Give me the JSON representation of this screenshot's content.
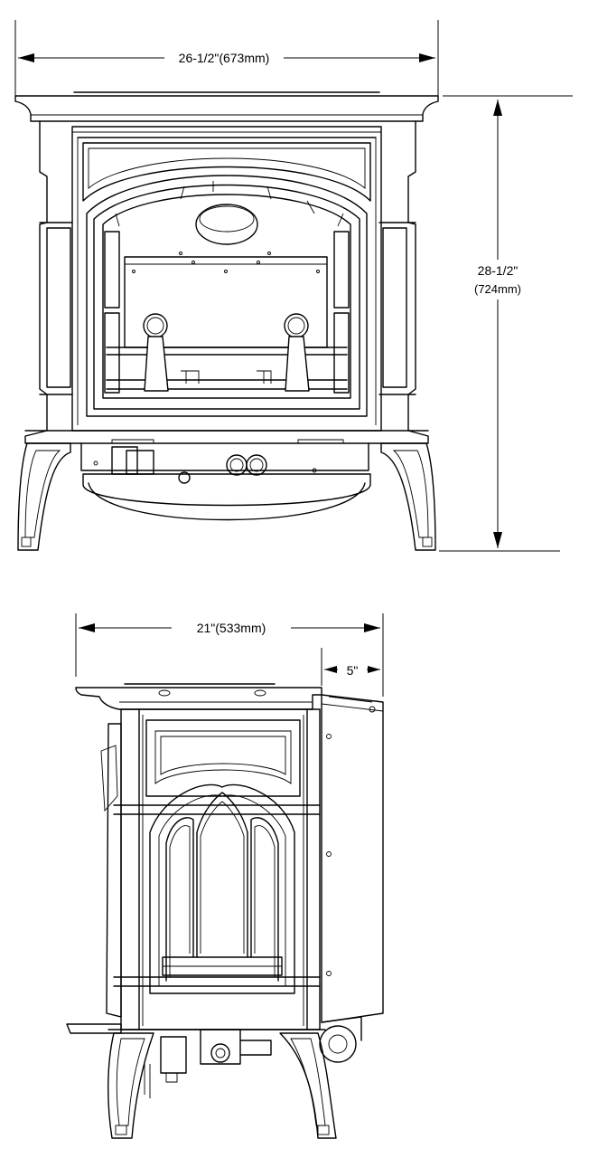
{
  "front_view": {
    "width_label": "26-1/2\"(673mm)",
    "height_label_imperial": "28-1/2\"",
    "height_label_metric": "(724mm)"
  },
  "side_view": {
    "depth_label": "21\"(533mm)",
    "clearance_label": "5\""
  }
}
